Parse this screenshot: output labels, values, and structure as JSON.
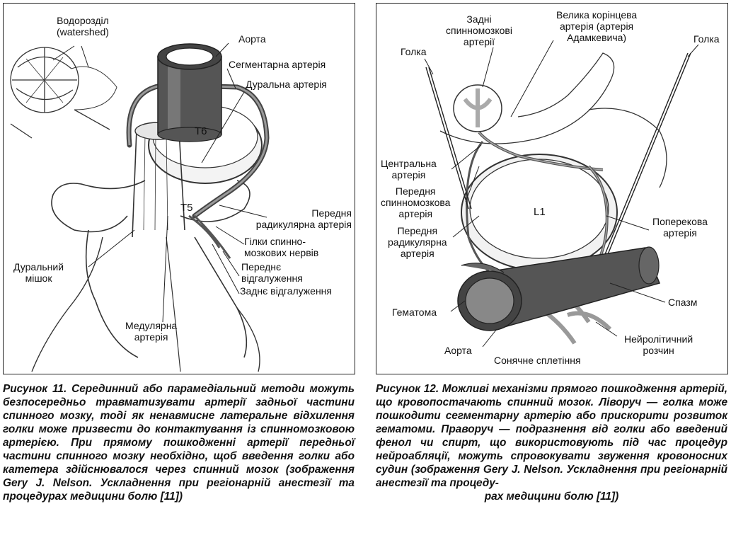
{
  "figure11": {
    "labels": {
      "watershed": "Водорозділ\n(watershed)",
      "aorta": "Аорта",
      "segmental_artery": "Сегментарна артерія",
      "dural_artery": "Дуральна артерія",
      "t6": "T6",
      "t5": "T5",
      "anterior_radicular_artery": "Передня\nрадикулярна артерія",
      "spinal_nerve_branches": "Гілки спинно-\nмозкових нервів",
      "anterior_ramus": "Переднє\nвідгалуження",
      "posterior_ramus": "Заднє відгалуження",
      "dural_sac": "Дуральний\nмішок",
      "medullary_artery": "Медулярна\nартерія"
    },
    "caption": "Рисунок 11. Серединний або парамедіальний методи можуть безпосередньо травматизувати артерії задньої частини спинного мозку, тоді як ненавмисне латеральне відхилення голки може призвести до контактування із спинномозковою артерією. При прямому пошкодженні артерії передньої частини спинного мозку необхідно, щоб введення голки або катетера здійснювалося через спинний мозок (зображення Gery J. Nelson. Ускладнення при регіонарній анестезії та процедурах медицини болю [11])"
  },
  "figure12": {
    "labels": {
      "posterior_spinal_arteries": "Задні\nспинномозкові\nартерії",
      "great_radicular_artery": "Велика корінцева\nартерія (артерія\nАдамкевича)",
      "needle_left": "Голка",
      "needle_right": "Голка",
      "central_artery": "Центральна\nартерія",
      "anterior_spinal_artery": "Передня\nспинномозкова\nартерія",
      "anterior_radicular_artery": "Передня\nрадикулярна\nартерія",
      "l1": "L1",
      "lumbar_artery": "Поперекова\nартерія",
      "spasm": "Спазм",
      "hematoma": "Гематома",
      "neurolytic_solution": "Нейролітичний\nрозчин",
      "aorta": "Аорта",
      "solar_plexus": "Сонячне сплетіння"
    },
    "caption_main": "Рисунок 12. Можливі механізми прямого пошкодження артерій, що кровопостачають спинний мозок. Ліворуч — голка може пошкодити сегментарну артерію або прискорити розвиток гематоми. Праворуч — подразнення від голки або введений фенол чи спирт, що використовують під час процедур нейроабляції, можуть спровокувати звуження кровоносних судин (зображення Gery J. Nelson. Ускладнення при регіонарній анестезії та процеду-",
    "caption_last": "рах медицини болю [11])"
  }
}
